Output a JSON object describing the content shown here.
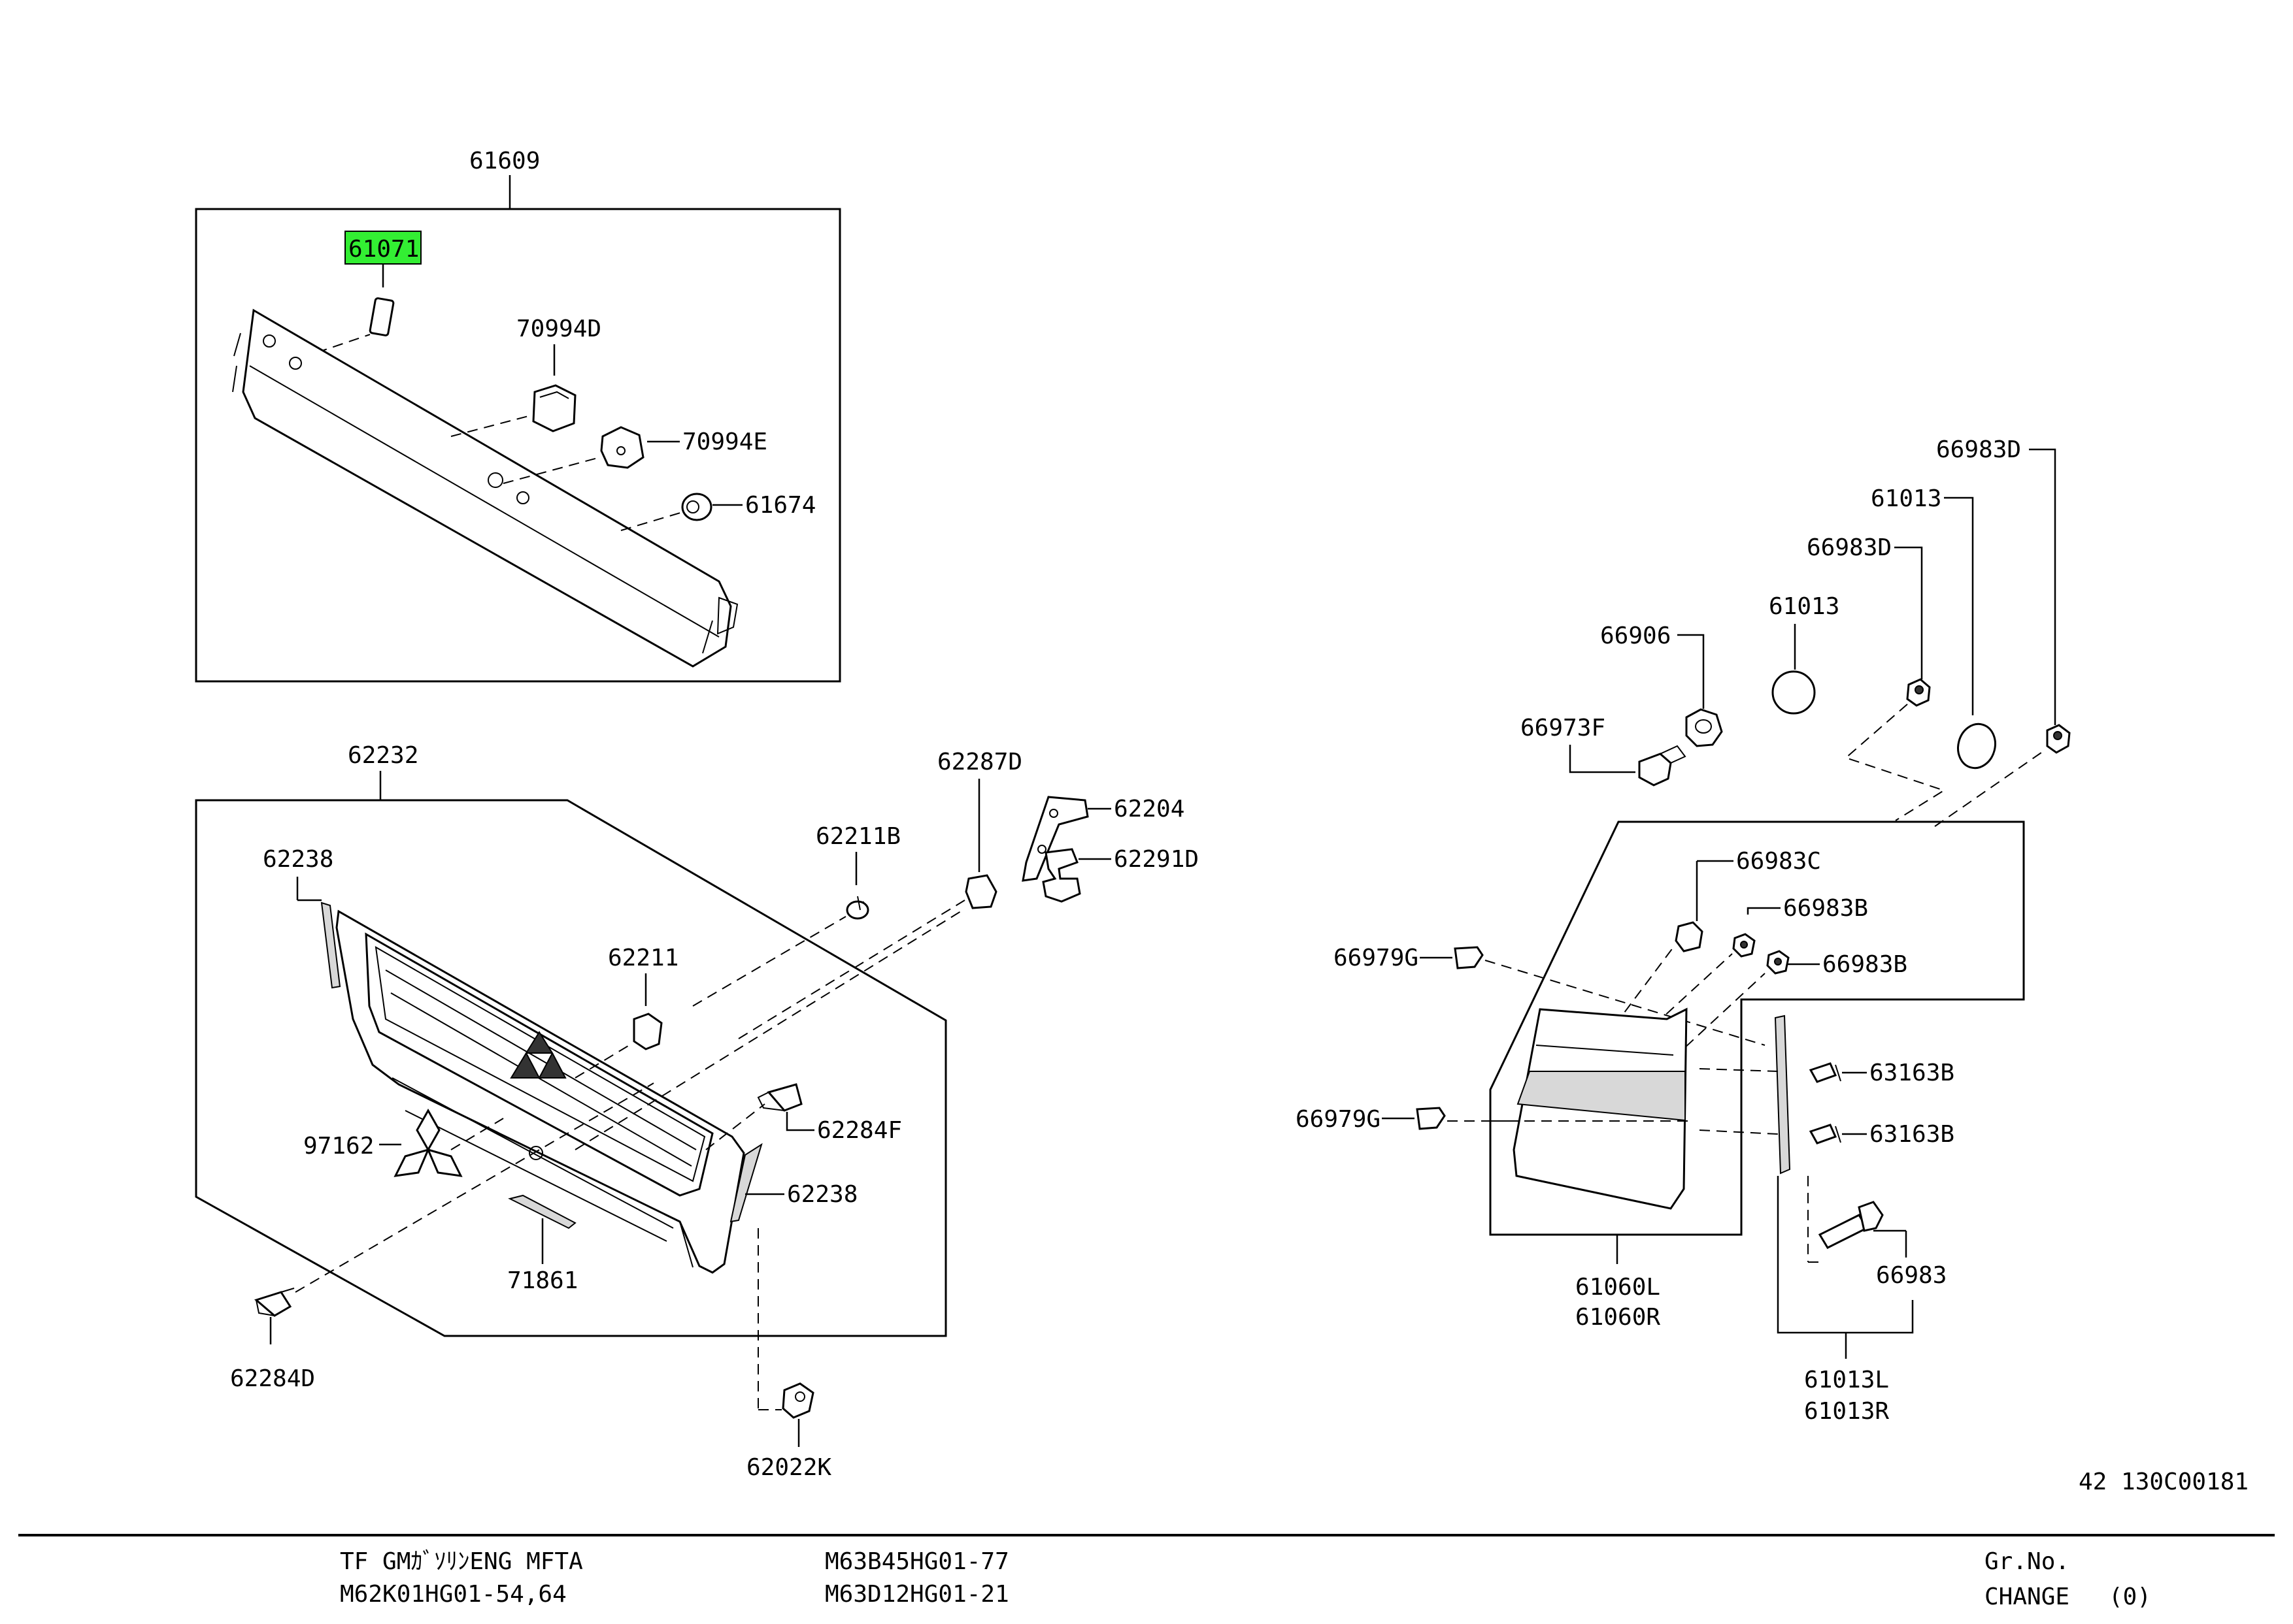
{
  "diagram": {
    "highlight_color": "#33ee33",
    "labels": {
      "l61609": "61609",
      "l61071": "61071",
      "l70994D": "70994D",
      "l70994E": "70994E",
      "l61674": "61674",
      "l62232": "62232",
      "l62238a": "62238",
      "l62238b": "62238",
      "l62211B": "62211B",
      "l62287D": "62287D",
      "l62204": "62204",
      "l62291D": "62291D",
      "l62211": "62211",
      "l62284F": "62284F",
      "l97162": "97162",
      "l71861": "71861",
      "l62284D": "62284D",
      "l62022K": "62022K",
      "l66983D_top": "66983D",
      "l61013_top": "61013",
      "l66983D_mid": "66983D",
      "l61013_mid": "61013",
      "l66906": "66906",
      "l66973F": "66973F",
      "l66983C": "66983C",
      "l66983B_a": "66983B",
      "l66983B_b": "66983B",
      "l66979G_a": "66979G",
      "l66979G_b": "66979G",
      "l63163B_a": "63163B",
      "l63163B_b": "63163B",
      "l66983": "66983",
      "l61060L": "61060L",
      "l61060R": "61060R",
      "l61013L": "61013L",
      "l61013R": "61013R"
    },
    "drawing_code": "42 130C00181"
  },
  "footer": {
    "model_line1": "TF GMｶﾞｿﾘﾝENG MFTA",
    "model_line2": "M62K01HG01-54,64",
    "code_line1": "M63B45HG01-77",
    "code_line2": "M63D12HG01-21",
    "gr_no": "Gr.No.",
    "change": "CHANGE",
    "change_value": "(0)"
  }
}
